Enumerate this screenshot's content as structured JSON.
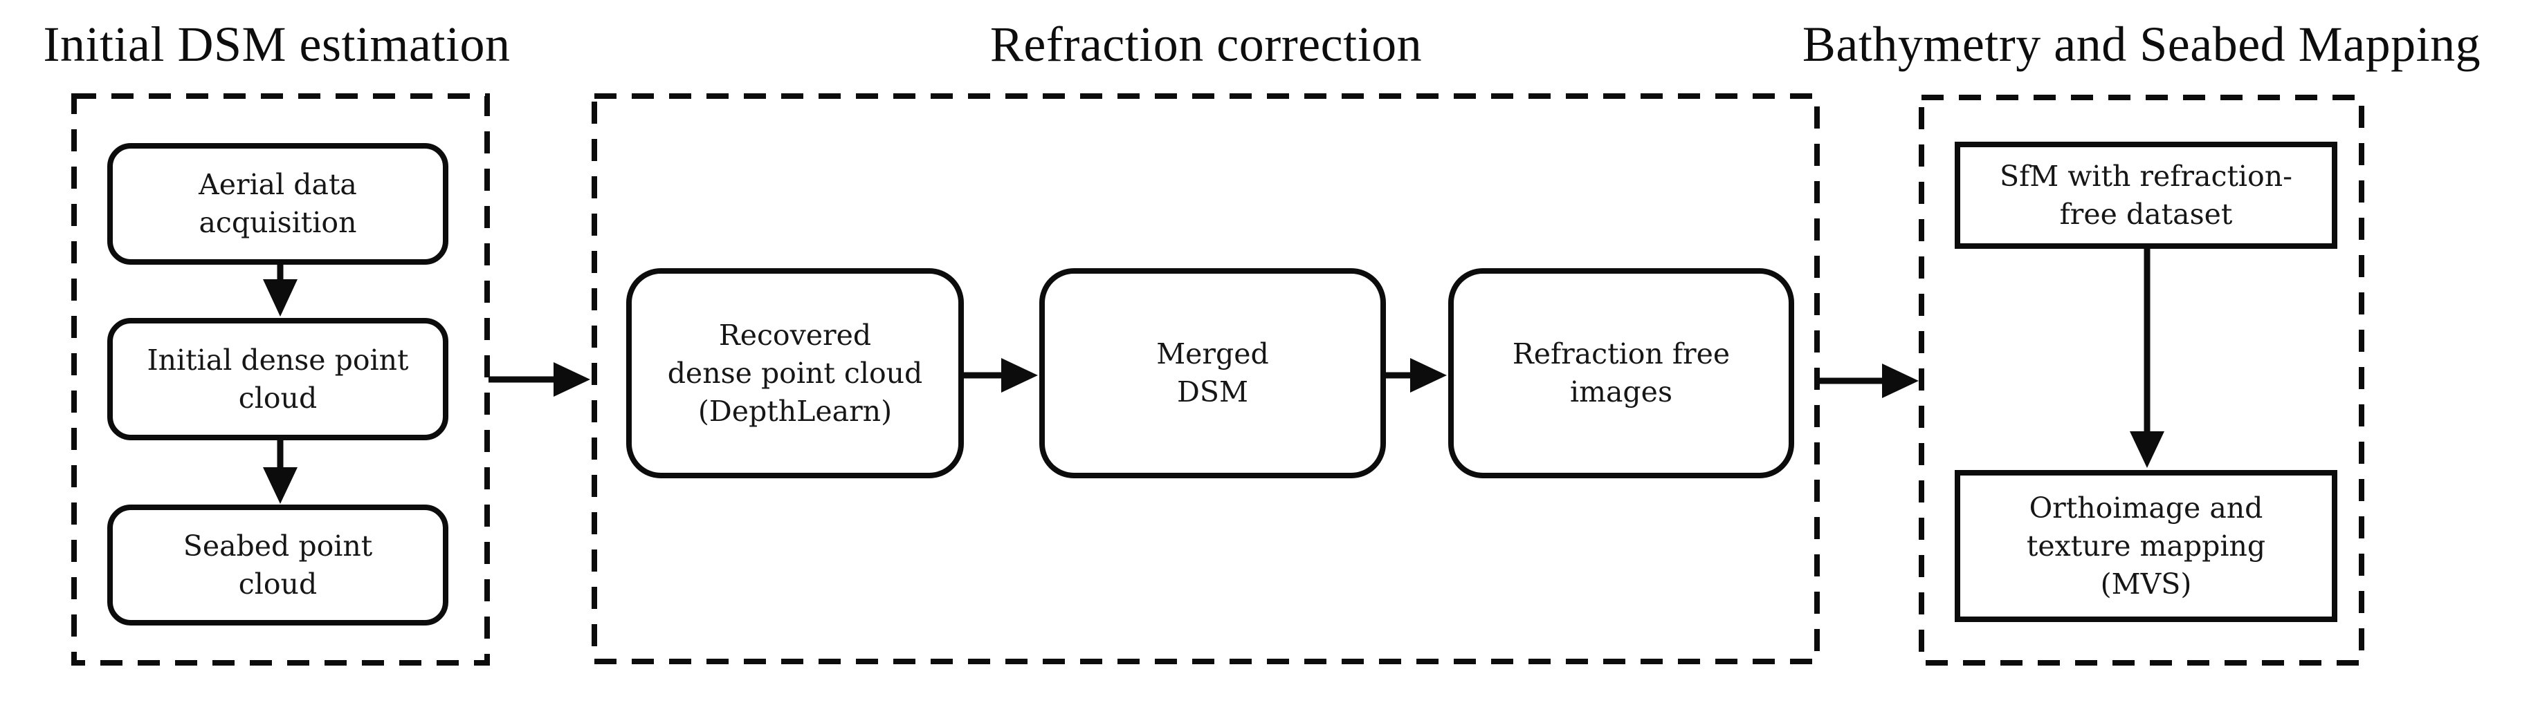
{
  "canvas": {
    "background": "#ffffff",
    "line_color": "#0c0c0c",
    "text_color": "#161616"
  },
  "sections": [
    {
      "title": "Initial DSM estimation",
      "boxes": [
        {
          "label": "Aerial data\nacquisition"
        },
        {
          "label": "Initial dense point\ncloud"
        },
        {
          "label": "Seabed point\ncloud"
        }
      ]
    },
    {
      "title": "Refraction correction",
      "boxes": [
        {
          "label": "Recovered\ndense point cloud\n(DepthLearn)"
        },
        {
          "label": "Merged\nDSM"
        },
        {
          "label": "Refraction free\nimages"
        }
      ]
    },
    {
      "title": "Bathymetry and Seabed Mapping",
      "boxes": [
        {
          "label": "SfM with refraction-\nfree dataset"
        },
        {
          "label": "Orthoimage and\ntexture mapping\n(MVS)"
        }
      ]
    }
  ]
}
